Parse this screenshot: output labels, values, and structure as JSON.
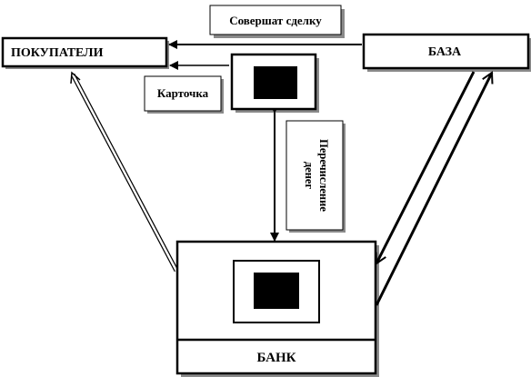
{
  "nodes": {
    "buyers": "ПОКУПАТЕЛИ",
    "base": "БАЗА",
    "bank": "БАНК"
  },
  "labels": {
    "deal": "Совершат сделку",
    "card": "Карточка",
    "transfer_line1": "Перечисление",
    "transfer_line2": "денег"
  },
  "colors": {
    "stroke": "#000000",
    "fill": "#ffffff",
    "shadow": "#8a8a8a",
    "screen": "#000000"
  }
}
